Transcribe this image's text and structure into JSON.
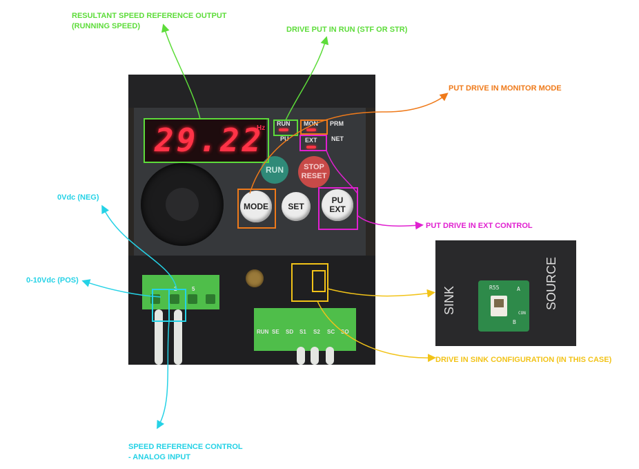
{
  "annotations": {
    "speed_output": "RESULTANT SPEED REFERENCE OUTPUT\n(RUNNING SPEED)",
    "drive_run": "DRIVE PUT IN RUN (STF OR STR)",
    "monitor_mode": "PUT DRIVE IN MONITOR MODE",
    "ext_control": "PUT DRIVE IN EXT CONTROL",
    "neg": "0Vdc (NEG)",
    "pos": "0-10Vdc (POS)",
    "sink_config": "DRIVE IN SINK CONFIGURATION (IN THIS CASE)",
    "speed_ref_control": "SPEED REFERENCE CONTROL\n- ANALOG INPUT"
  },
  "drive": {
    "display_value": "29.22",
    "unit": "Hz",
    "led_labels": {
      "run": "RUN",
      "mon": "MON",
      "prm": "PRM",
      "pu": "PU",
      "ext": "EXT",
      "net": "NET"
    },
    "buttons": {
      "run": "RUN",
      "stop_reset": "STOP\nRESET",
      "mode": "MODE",
      "set": "SET",
      "pu_ext": "PU\nEXT"
    },
    "terminal_labels": [
      "RUN",
      "SE",
      "SD",
      "S1",
      "S2",
      "SC",
      "SO"
    ],
    "analog_terminals": [
      "2",
      "5"
    ]
  },
  "sink_closeup": {
    "sink_label": "SINK",
    "source_label": "SOURCE",
    "pcb_text": "R55",
    "pcb_a": "A",
    "pcb_b": "B",
    "pcb_con": "CON"
  },
  "colors": {
    "green": "#5ddc3a",
    "orange": "#ef7a1a",
    "magenta": "#e020d0",
    "cyan": "#25d2e6",
    "yellow": "#f2c318",
    "display_red": "#ff3347"
  }
}
